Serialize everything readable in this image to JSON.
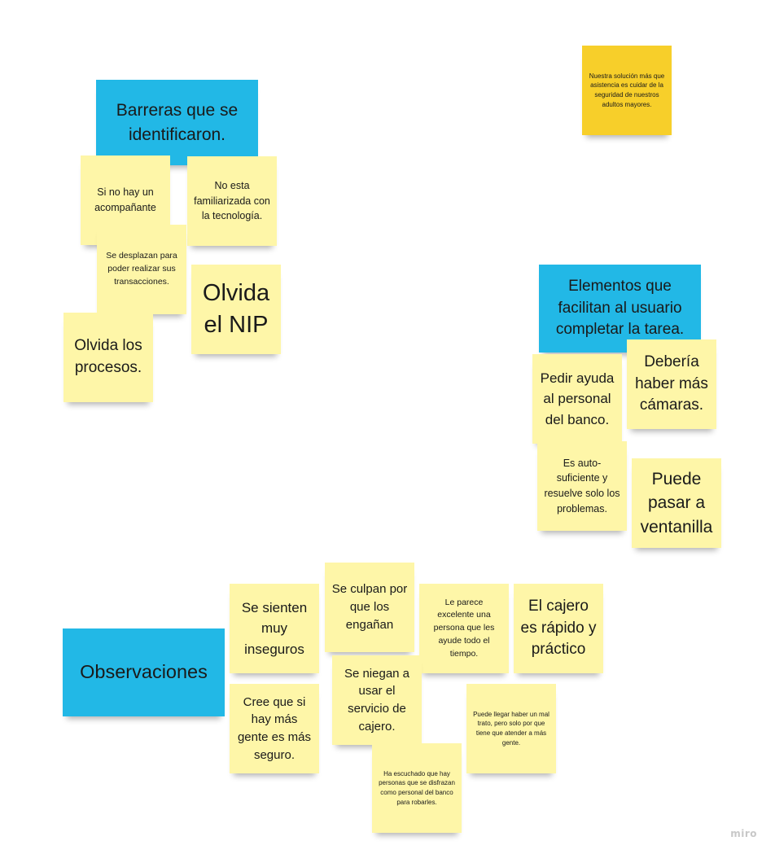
{
  "board": {
    "watermark": "miro",
    "colors": {
      "note_yellow": "#fef6a8",
      "header_blue": "#22b8e6",
      "highlight_gold": "#f7cf2a"
    }
  },
  "notes": {
    "solution": "Nuestra solución más que asistencia es cuidar de la seguridad de nuestros adultos mayores.",
    "barreras_header": "Barreras que se identificaron.",
    "barrera_acompanante": "Si no hay un acompañante",
    "barrera_tecnologia": "No esta familiarizada con la tecnología.",
    "barrera_desplazan": "Se desplazan para poder realizar sus transacciones.",
    "barrera_nip": "Olvida el NIP",
    "barrera_procesos": "Olvida los procesos.",
    "elementos_header": "Elementos que facilitan al usuario completar la tarea.",
    "elemento_ayuda": "Pedir ayuda al personal del banco.",
    "elemento_camaras": "Debería haber más cámaras.",
    "elemento_autosuficiente": "Es auto-suficiente y resuelve solo los problemas.",
    "elemento_ventanilla": "Puede pasar a ventanilla",
    "observaciones_header": "Observaciones",
    "obs_inseguros": "Se sienten muy inseguros",
    "obs_culpan": "Se culpan por que los engañan",
    "obs_excelente": "Le parece excelente una persona que les ayude todo el tiempo.",
    "obs_rapido": "El cajero es rápido y práctico",
    "obs_gente": "Cree que si hay más gente es más seguro.",
    "obs_niegan": "Se niegan a usar el servicio de cajero.",
    "obs_maltrato": "Puede llegar haber un mal trato, pero solo por que tiene que atender a más gente.",
    "obs_disfrazan": "Ha escuchado que hay personas que se disfrazan como personal del banco para robarles."
  }
}
